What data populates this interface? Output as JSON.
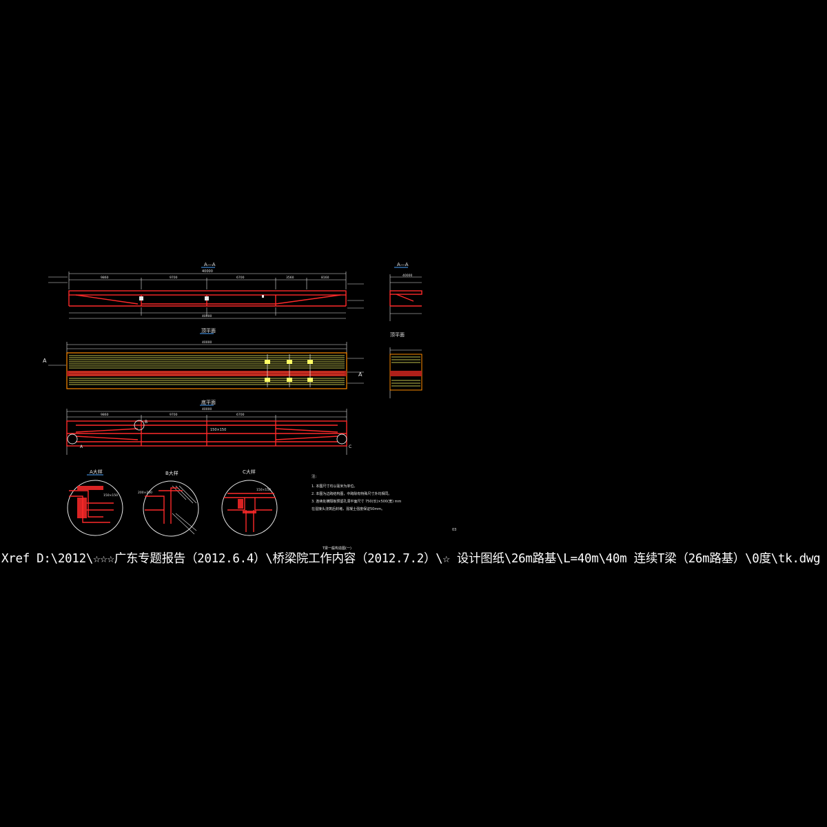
{
  "colors": {
    "background": "#000000",
    "outline": "#ff2a2a",
    "dimension": "#e8e8e8",
    "highlight": "#ffff66",
    "accent": "#ff8c00",
    "title_underline": "#4aa3ff"
  },
  "views": {
    "section_main_title": "A—A",
    "section_side_title": "A—A",
    "top_plan_title": "顶平面",
    "bottom_plan_title": "底平面",
    "detail_a_title": "A大样",
    "detail_b_title": "B大样",
    "detail_c_title": "C大样"
  },
  "dimensions": {
    "total": "40000",
    "seg_1": "9860",
    "seg_2": "9700",
    "seg_3": "6700",
    "seg_4": "3560",
    "seg_5": "8160"
  },
  "marks": {
    "section_a": "A",
    "callout_a": "A",
    "callout_b": "B",
    "callout_c": "C",
    "detail_size_1": "150×150",
    "detail_size_2": "200×200",
    "detail_size_3": "150×150"
  },
  "notes": {
    "heading": "注:",
    "items": [
      "1. 本图尺寸均以毫米为单位。",
      "2. 本图为边跨结构图，中跨除有特殊尺寸外均相同。",
      "3. 连续处横隔板预留孔洞平面尺寸 750(长)×500(宽) mm",
      "   在湿接头浇筑后封堵，混凝土强度保证50mm。"
    ]
  },
  "title_block": {
    "caption": "T梁一般构造图(一)",
    "sheet": "03"
  },
  "xref_path": "Xref D:\\2012\\☆☆☆广东专题报告（2012.6.4）\\桥梁院工作内容（2012.7.2）\\☆ 设计图纸\\26m路基\\L=40m\\40m 连续T梁（26m路基）\\0度\\tk.dwg"
}
